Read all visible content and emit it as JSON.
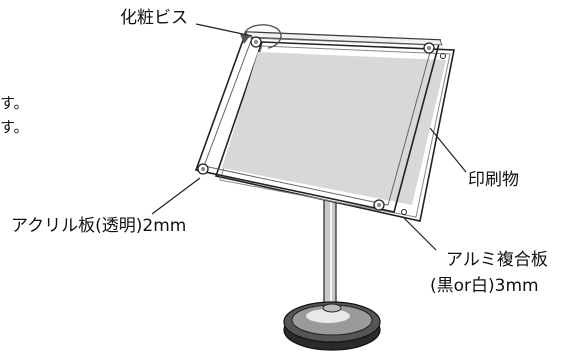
{
  "labels": {
    "screw": "化粧ビス",
    "print": "印刷物",
    "acrylic": "アクリル板(透明)2mm",
    "alumi_line1": "アルミ複合板",
    "alumi_line2": "(黒or白)3mm"
  },
  "side_fragments": [
    "す。",
    "す。"
  ],
  "colors": {
    "line": "#222222",
    "print_area": "#d8d8d8",
    "acrylic_edge": "#666666"
  }
}
